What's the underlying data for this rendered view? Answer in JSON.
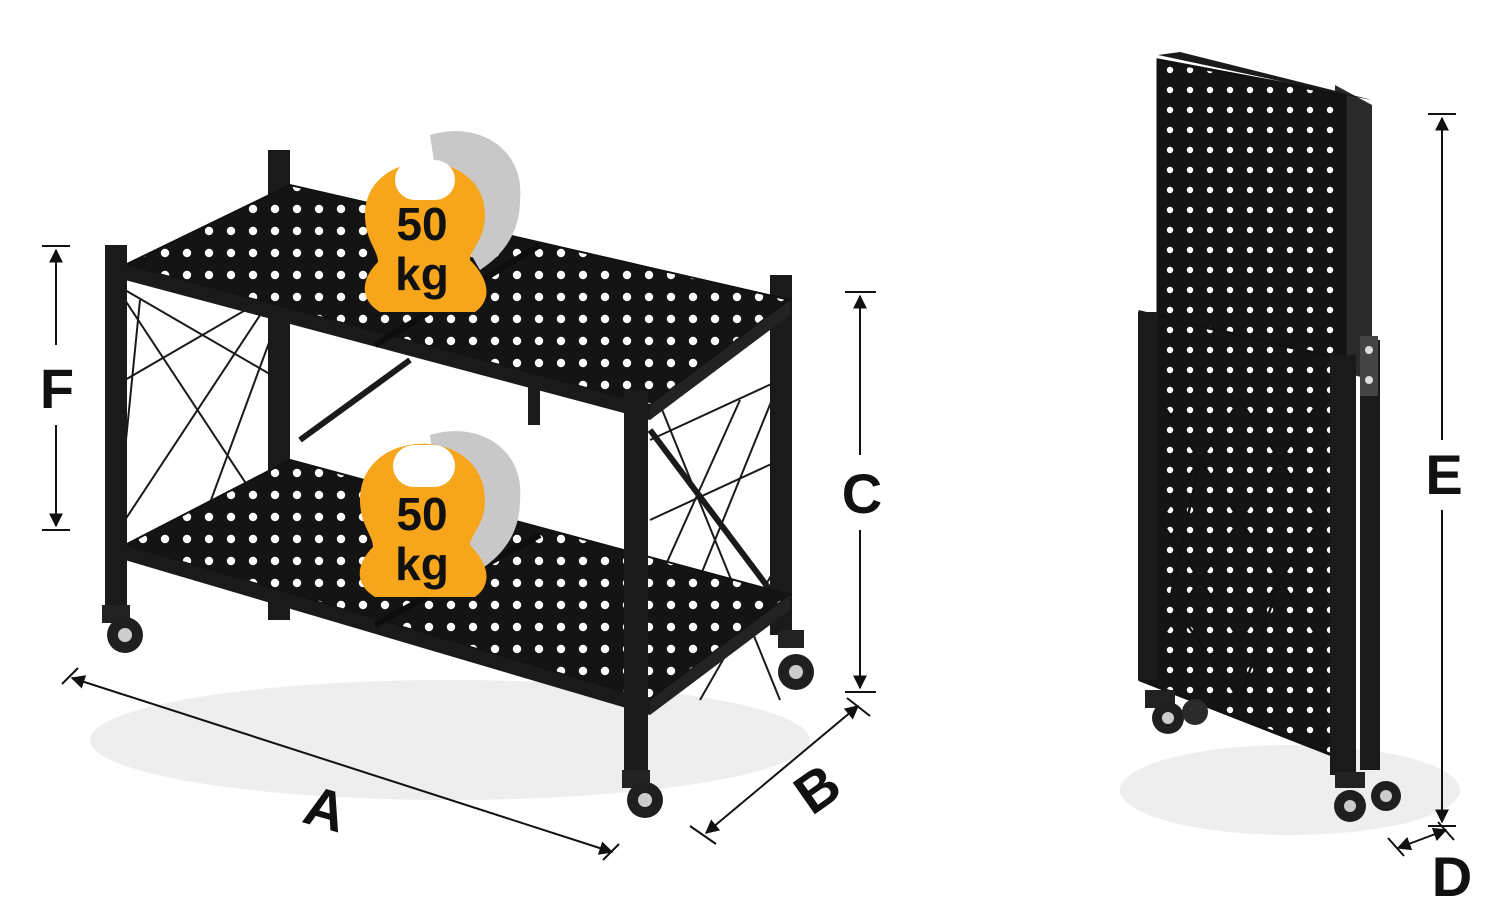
{
  "dimensions": {
    "A": "A",
    "B": "B",
    "C": "C",
    "D": "D",
    "E": "E",
    "F": "F"
  },
  "weights": {
    "top": {
      "value": "50",
      "unit": "kg"
    },
    "bottom": {
      "value": "50",
      "unit": "kg"
    }
  },
  "colors": {
    "metal": "#1a1a1a",
    "kettlebell": "#f7a51b",
    "shadow": "#c8c8c8",
    "text": "#111111"
  }
}
